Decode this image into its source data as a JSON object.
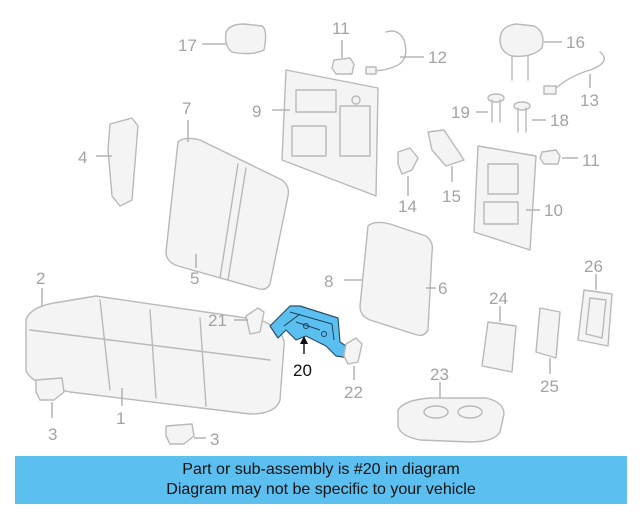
{
  "callouts": {
    "c1": "1",
    "c2": "2",
    "c3a": "3",
    "c3b": "3",
    "c4": "4",
    "c5": "5",
    "c6": "6",
    "c7": "7",
    "c8": "8",
    "c9": "9",
    "c10": "10",
    "c11a": "11",
    "c11b": "11",
    "c12": "12",
    "c13": "13",
    "c14": "14",
    "c15": "15",
    "c16": "16",
    "c17": "17",
    "c18": "18",
    "c19": "19",
    "c20": "20",
    "c21": "21",
    "c22": "22",
    "c23": "23",
    "c24": "24",
    "c25": "25",
    "c26": "26"
  },
  "highlighted_part": "20",
  "colors": {
    "highlight": "#5bc0f0",
    "banner": "#5bc0f0",
    "line_art": "#b9b9b9",
    "active_text": "#111111"
  },
  "banner": {
    "line1": "Part or sub-assembly is #20 in diagram",
    "line2": "Diagram may not be specific to your vehicle"
  }
}
